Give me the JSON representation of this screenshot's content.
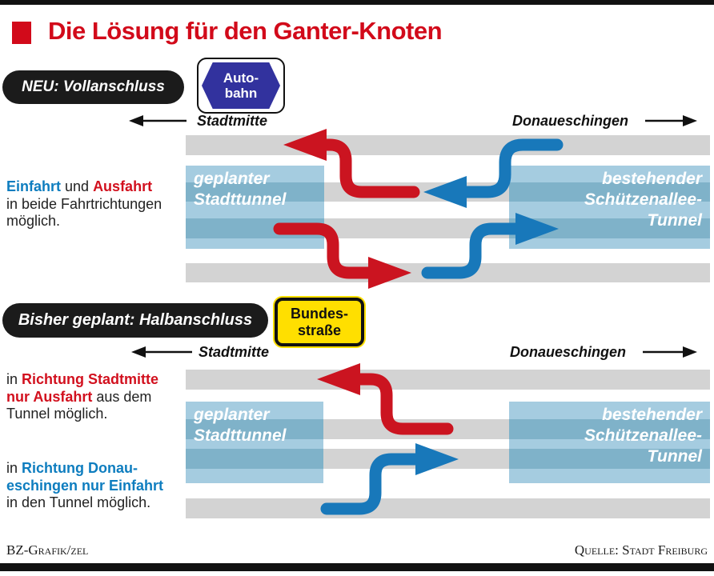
{
  "header": {
    "title": "Die Lösung für den Ganter-Knoten"
  },
  "colors": {
    "accent_red": "#d20a1a",
    "arrow_red": "#cb1420",
    "arrow_blue": "#1878ba",
    "text_blue": "#0e7dbf",
    "tunnel_light_blue": "#a5cce0",
    "tunnel_stripe_blue": "#7fb2c9",
    "lane_gray": "#d3d3d3",
    "badge_black": "#1b1b1b",
    "autobahn_blue": "#32329e",
    "bundesstrasse_yellow": "#ffdf00"
  },
  "section1": {
    "badge": "NEU: Vollanschluss",
    "sign": {
      "line1": "Auto-",
      "line2": "bahn"
    },
    "direction_left": "Stadtmitte",
    "direction_right": "Donaueschingen",
    "tunnel_left": {
      "line1": "geplanter",
      "line2": "Stadttunnel"
    },
    "tunnel_right": {
      "line1": "bestehender",
      "line2": "Schützenallee-",
      "line3": "Tunnel"
    },
    "note": {
      "einfahrt": "Einfahrt",
      "und": " und ",
      "ausfahrt": "Ausfahrt",
      "line2": "in beide Fahrtrichtungen",
      "line3": "möglich."
    }
  },
  "section2": {
    "badge": "Bisher geplant: Halbanschluss",
    "sign": {
      "line1": "Bundes-",
      "line2": "straße"
    },
    "direction_left": "Stadtmitte",
    "direction_right": "Donaueschingen",
    "tunnel_left": {
      "line1": "geplanter",
      "line2": "Stadttunnel"
    },
    "tunnel_right": {
      "line1": "bestehender",
      "line2": "Schützenallee-",
      "line3": "Tunnel"
    },
    "note_red": {
      "in": "in ",
      "bold1": "Richtung Stadtmitte",
      "bold2": "nur Ausfahrt",
      "rest2": " aus dem",
      "line3": "Tunnel möglich."
    },
    "note_blue": {
      "in": "in ",
      "bold1": "Richtung Donau-",
      "bold2": "eschingen nur Einfahrt",
      "line3": "in den Tunnel möglich."
    }
  },
  "footer": {
    "credit": "BZ-Grafik/zel",
    "source": "Quelle: Stadt Freiburg"
  }
}
